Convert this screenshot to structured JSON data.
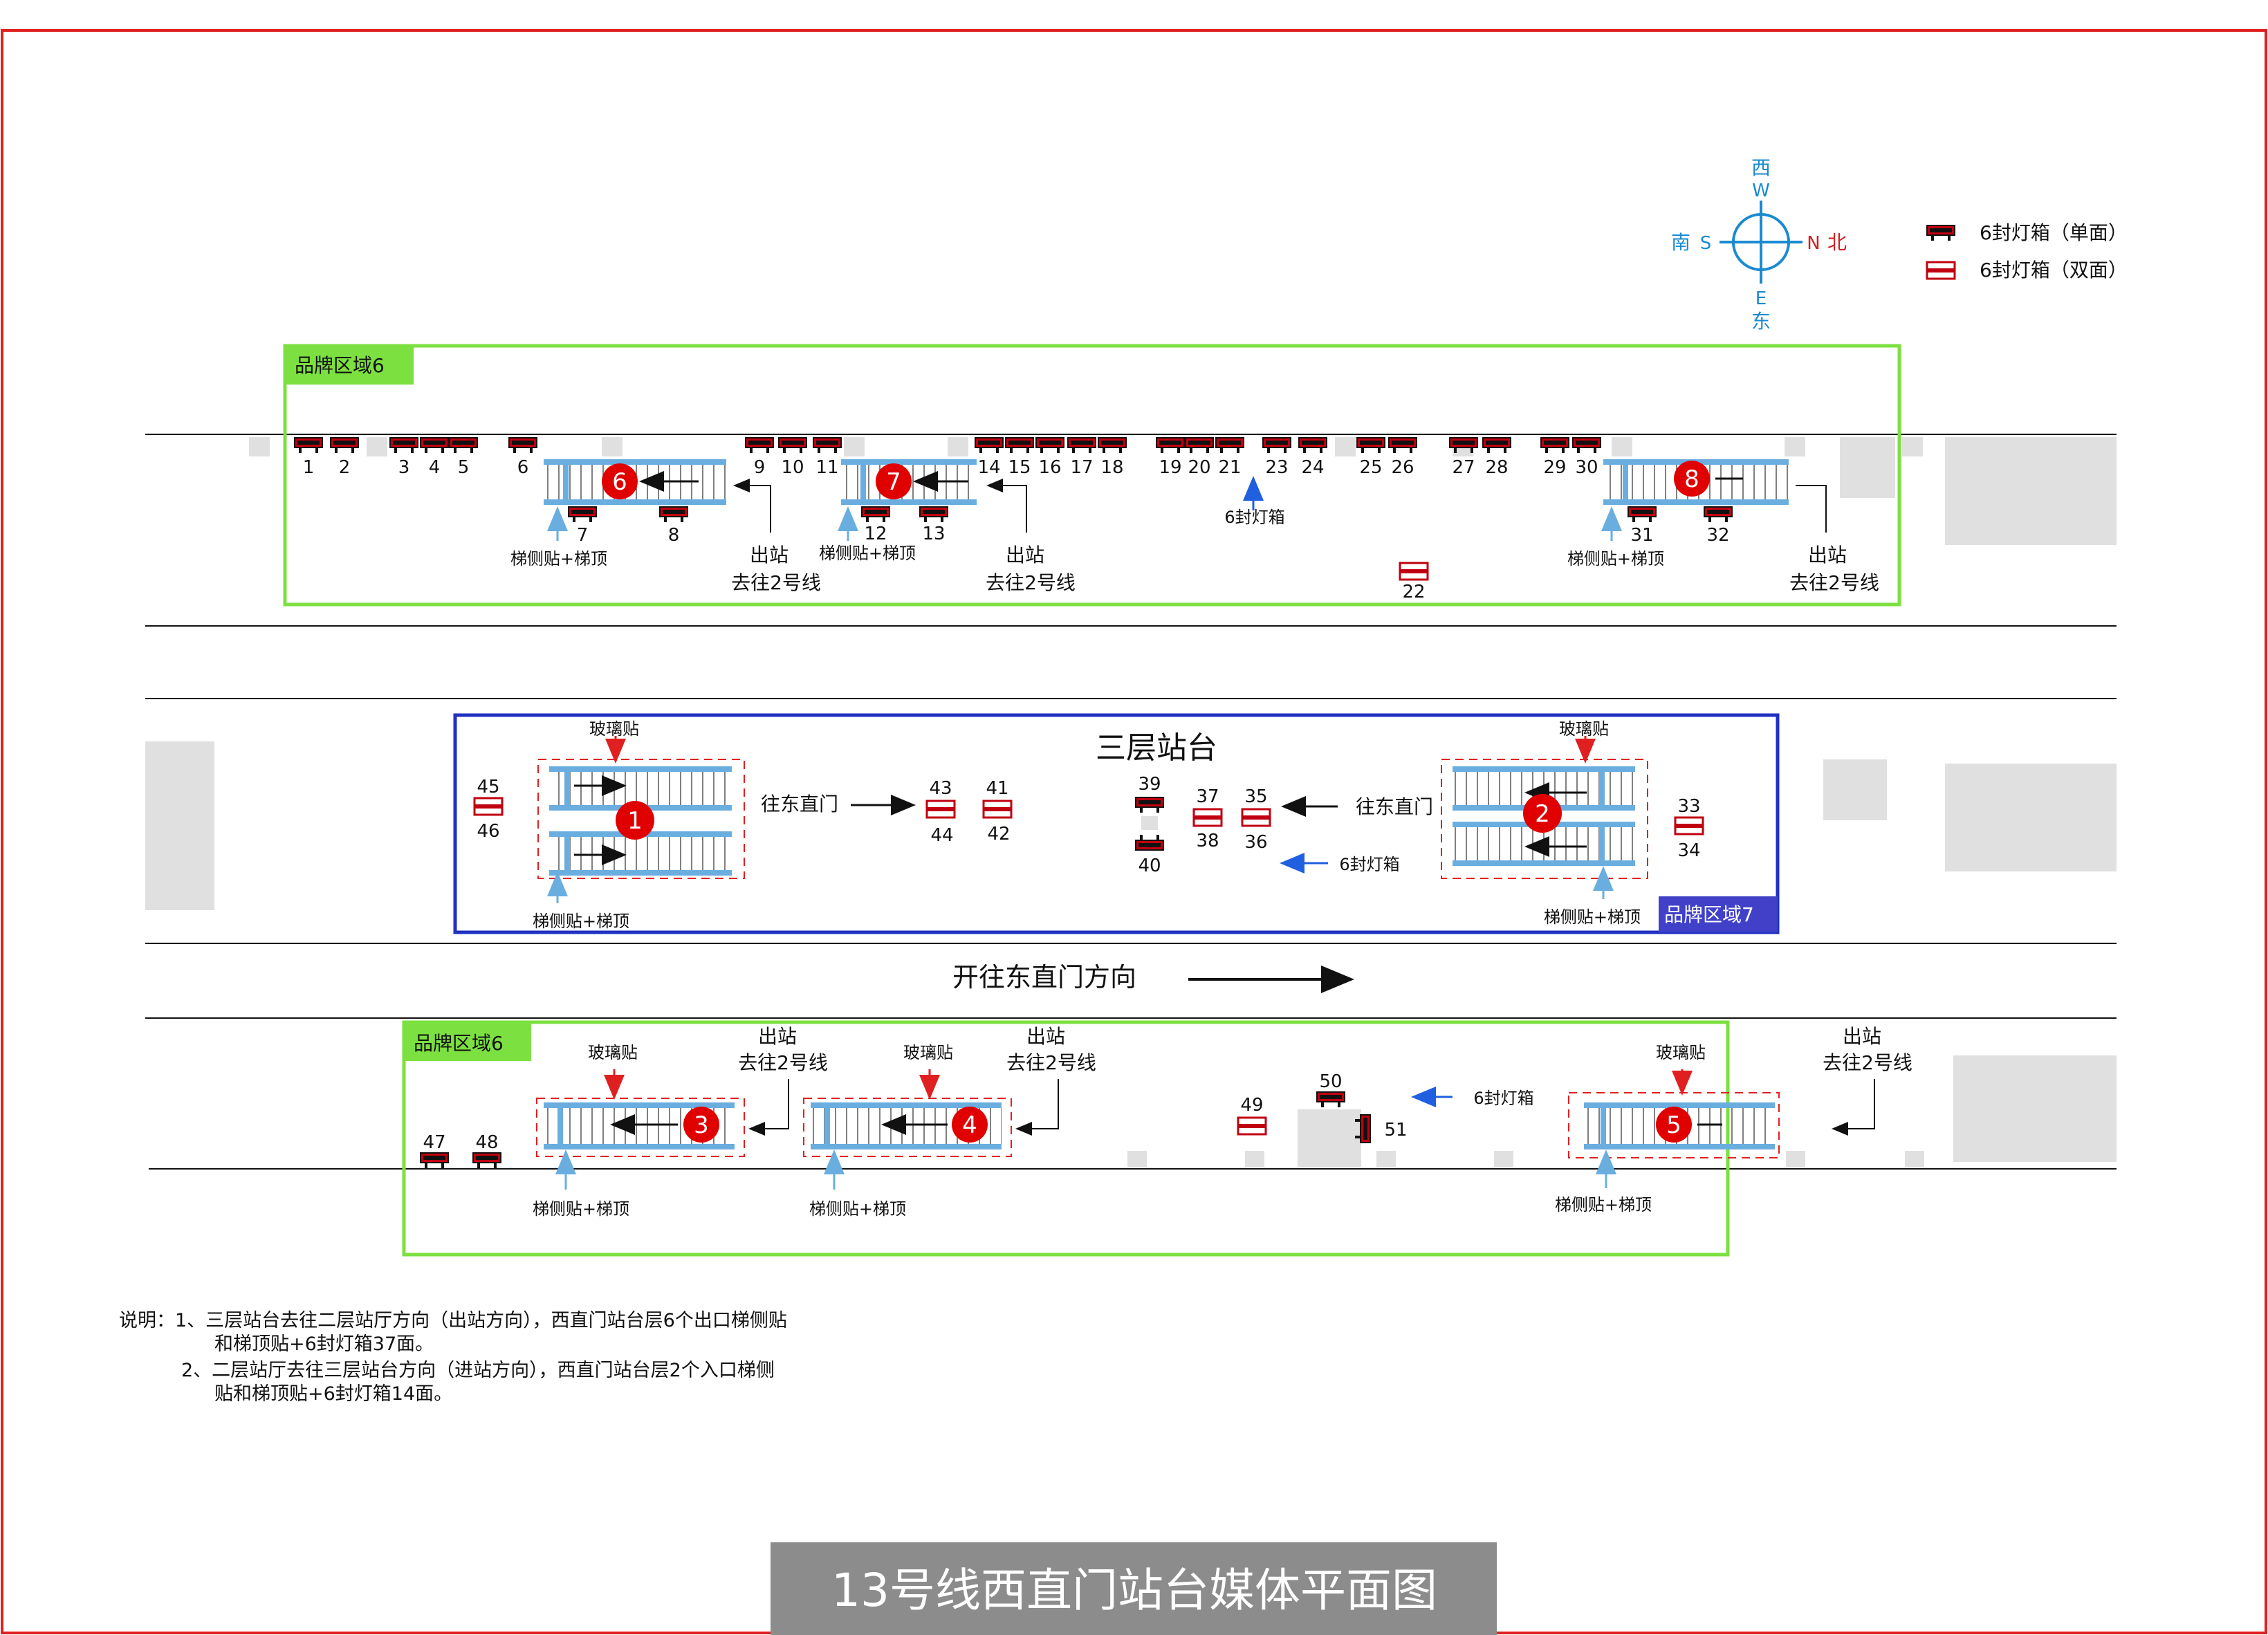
{
  "title": "13号线西直门站台媒体平面图",
  "compass": {
    "west_cn": "西",
    "west": "W",
    "east": "E",
    "east_cn": "东",
    "south_cn": "南",
    "south": "S",
    "north": "N",
    "north_cn": "北"
  },
  "legend": {
    "single": "6封灯箱（单面）",
    "double": "6封灯箱（双面）"
  },
  "zones": {
    "top": "品牌区域6",
    "middle": "品牌区域7",
    "bottom": "品牌区域6"
  },
  "platform_title": "三层站台",
  "direction_text": "开往东直门方向",
  "labels": {
    "exit_l1": "出站",
    "exit_l2": "去往2号线",
    "side_top": "梯侧贴+梯顶",
    "lightbox": "6封灯箱",
    "glass": "玻璃贴",
    "to_dzm": "往东直门"
  },
  "circles": [
    "1",
    "2",
    "3",
    "4",
    "5",
    "6",
    "7",
    "8"
  ],
  "top_row_numbers": [
    "1",
    "2",
    "3",
    "4",
    "5",
    "6",
    "9",
    "10",
    "11",
    "14",
    "15",
    "16",
    "17",
    "18",
    "19",
    "20",
    "21",
    "23",
    "24",
    "25",
    "26",
    "27",
    "28",
    "29",
    "30"
  ],
  "numbers": {
    "n7": "7",
    "n8": "8",
    "n12": "12",
    "n13": "13",
    "n31": "31",
    "n32": "32",
    "n22": "22",
    "n45": "45",
    "n46": "46",
    "n43": "43",
    "n44": "44",
    "n41": "41",
    "n42": "42",
    "n39": "39",
    "n40": "40",
    "n37": "37",
    "n38": "38",
    "n35": "35",
    "n36": "36",
    "n33": "33",
    "n34": "34",
    "n47": "47",
    "n48": "48",
    "n49": "49",
    "n50": "50",
    "n51": "51"
  },
  "notes": {
    "l1": "说明：1、三层站台去往二层站厅方向（出站方向），西直门站台层6个出口梯侧贴",
    "l2": "和梯顶贴+6封灯箱37面。",
    "l3": "2、二层站厅去往三层站台方向（进站方向），西直门站台层2个入口梯侧",
    "l4": "贴和梯顶贴+6封灯箱14面。"
  },
  "colors": {
    "frame": "#e02020",
    "green": "#7ce040",
    "blue": "#2030c0",
    "stair": "#6aaee0",
    "box": "#c00010",
    "gray": "#e0e0e0",
    "compass": "#1a8ad0"
  }
}
